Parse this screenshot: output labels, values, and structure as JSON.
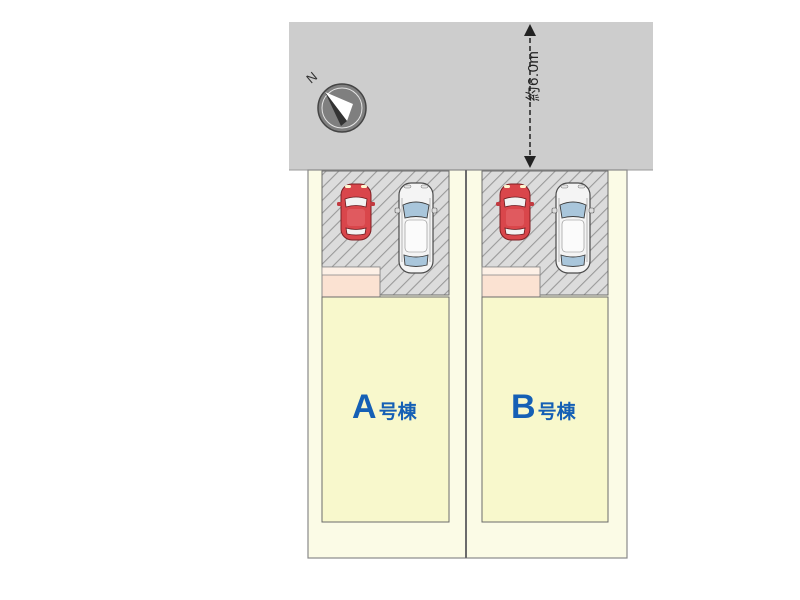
{
  "road": {
    "width_label": "約6.0m",
    "color": "#cdcdcd"
  },
  "compass": {
    "north_letter": "N",
    "icon": "north-arrow-icon"
  },
  "lots": [
    {
      "id": "A",
      "letter": "A",
      "suffix": "号棟"
    },
    {
      "id": "B",
      "letter": "B",
      "suffix": "号棟"
    }
  ],
  "colors": {
    "lot_fill": "#fbfbe6",
    "building_fill": "#f8f8cc",
    "entrance_fill": "#fbe2d2",
    "parking_fill": "#dcdcdc",
    "label_blue": "#1560b5",
    "red_car": "#d9464b",
    "white_car": "#f4f4f4"
  }
}
